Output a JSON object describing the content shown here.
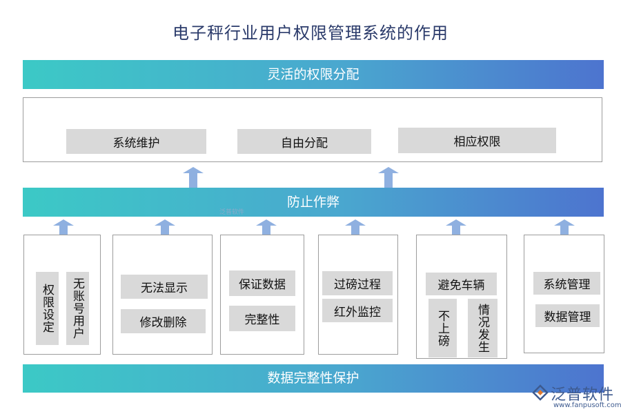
{
  "title": "电子秤行业用户权限管理系统的作用",
  "top_bar": "灵活的权限分配",
  "top_items": [
    "系统维护",
    "自由分配",
    "相应权限"
  ],
  "middle_bar": "防止作弊",
  "bottom_bar": "数据完整性保护",
  "columns": {
    "c1": [
      "权限设定",
      "无账号用户"
    ],
    "c2": [
      "无法显示",
      "修改删除"
    ],
    "c3": [
      "保证数据",
      "完整性"
    ],
    "c4": [
      "过磅过程",
      "红外监控"
    ],
    "c5": {
      "head": "避免车辆",
      "v1": "不上磅",
      "v2": "情况发生"
    },
    "c6": [
      "系统管理",
      "数据管理"
    ]
  },
  "watermark_inline": "泛普软件",
  "logo": {
    "name": "泛普软件",
    "url": "www.fanpusoft.com"
  },
  "colors": {
    "bar_start": "#3cc9c6",
    "bar_end": "#4d74cf",
    "arrow": "#8fb0e0",
    "box": "#d9d9d9"
  }
}
